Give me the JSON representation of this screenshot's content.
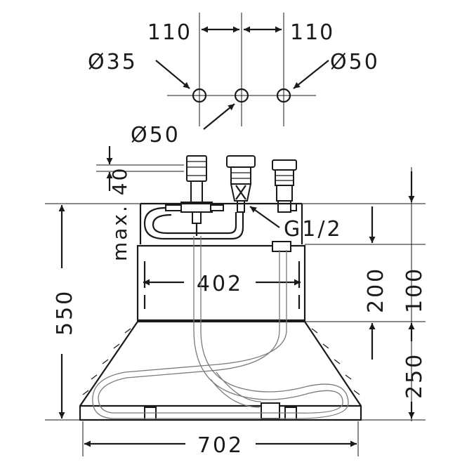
{
  "dimensions": {
    "top_left_spacing": "110",
    "top_right_spacing": "110",
    "left_hole_diameter": "Ø35",
    "right_hole_diameter": "Ø50",
    "center_hole_diameter": "Ø50",
    "deck_thickness": "max. 40",
    "thread": "G1/2",
    "inner_width": "402",
    "upper_height": "200",
    "total_height": "550",
    "lower_height": "250",
    "spout_drop": "100",
    "base_width": "702"
  }
}
